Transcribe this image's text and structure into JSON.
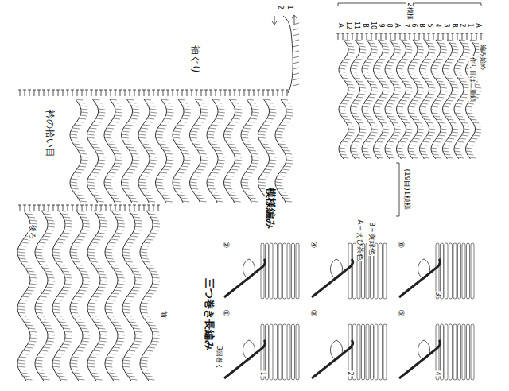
{
  "diagram": {
    "labels": [
      "袖ぐり",
      "模様編み",
      "衿の拾い目",
      "後ろ",
      "前",
      "三つ巻き長編み",
      "A＝えび茶色",
      "B＝黄緑色",
      "(19目)1模様",
      "2模様",
      "編み始め",
      "作り目は二重鎖",
      "A",
      "12",
      "11",
      "B",
      "10",
      "9",
      "8",
      "A",
      "7",
      "6",
      "B",
      "5",
      "4",
      "3",
      "B",
      "2",
      "1",
      "A",
      "2",
      "1",
      "①",
      "②",
      "③",
      "④",
      "⑤",
      "⑥",
      "3回巻く",
      "1",
      "2",
      "3",
      "4"
    ]
  }
}
